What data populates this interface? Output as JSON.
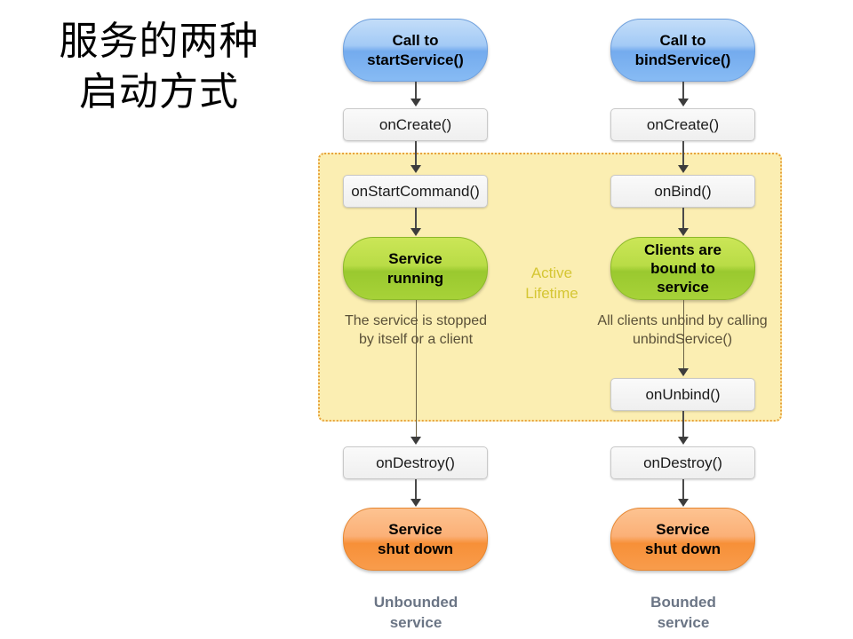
{
  "slide": {
    "title": "服务的两种\n启动方式"
  },
  "diagram": {
    "active_region": {
      "label": "Active\nLifetime",
      "color": "#d5c634",
      "fill": "#fbeeb2",
      "border": "#e8a33d"
    },
    "colors": {
      "start_node": "#8fbdf4",
      "running_node": "#aed23c",
      "shutdown_node": "#f89c4c",
      "callback_node": "#efefef",
      "connector": "#4a4a4a",
      "note_text": "#5a5038",
      "caption_text": "#6b7585"
    },
    "columns": [
      {
        "id": "unbounded",
        "caption": "Unbounded\nservice",
        "nodes": [
          {
            "id": "call-start-service",
            "kind": "pill-blue",
            "label": "Call to\nstartService()"
          },
          {
            "id": "on-create",
            "kind": "callback",
            "label": "onCreate()"
          },
          {
            "id": "on-start-command",
            "kind": "callback",
            "label": "onStartCommand()"
          },
          {
            "id": "service-running",
            "kind": "pill-green",
            "label": "Service\nrunning"
          },
          {
            "id": "on-destroy",
            "kind": "callback",
            "label": "onDestroy()"
          },
          {
            "id": "service-shut-down",
            "kind": "pill-orange",
            "label": "Service\nshut down"
          }
        ],
        "notes": [
          {
            "id": "stopped-note",
            "label": "The service is stopped\nby itself or a client"
          }
        ]
      },
      {
        "id": "bounded",
        "caption": "Bounded\nservice",
        "nodes": [
          {
            "id": "call-bind-service",
            "kind": "pill-blue",
            "label": "Call to\nbindService()"
          },
          {
            "id": "on-create",
            "kind": "callback",
            "label": "onCreate()"
          },
          {
            "id": "on-bind",
            "kind": "callback",
            "label": "onBind()"
          },
          {
            "id": "clients-bound",
            "kind": "pill-green",
            "label": "Clients are\nbound to\nservice"
          },
          {
            "id": "on-unbind",
            "kind": "callback",
            "label": "onUnbind()"
          },
          {
            "id": "on-destroy",
            "kind": "callback",
            "label": "onDestroy()"
          },
          {
            "id": "service-shut-down",
            "kind": "pill-orange",
            "label": "Service\nshut down"
          }
        ],
        "notes": [
          {
            "id": "unbind-note",
            "label": "All clients unbind by calling\nunbindService()"
          }
        ]
      }
    ]
  }
}
